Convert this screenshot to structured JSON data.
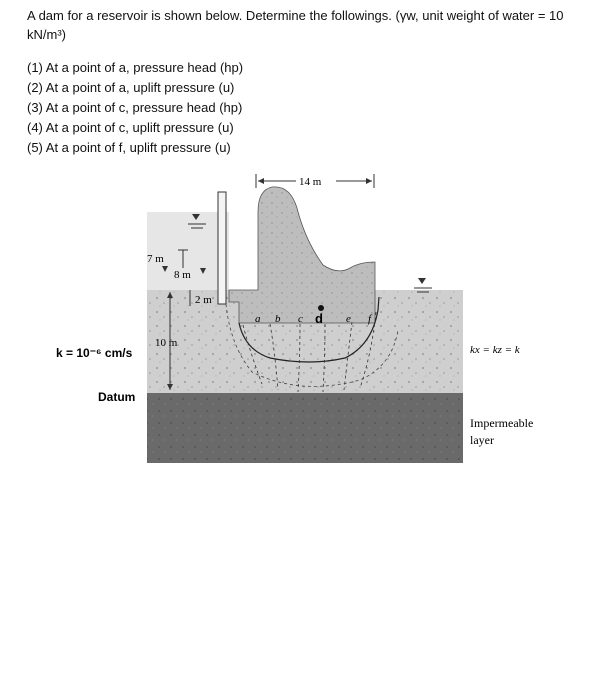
{
  "problem": {
    "intro": "A dam for a reservoir is shown below. Determine the followings. (γw, unit weight of water = 10 kN/m³)",
    "questions": [
      "(1) At a point of a, pressure head (hp)",
      "(2) At a point of a, uplift pressure (u)",
      "(3) At a point of c, pressure head (hp)",
      "(4) At a point of c, uplift pressure (u)",
      "(5) At a point of f, uplift pressure (u)"
    ]
  },
  "diagram": {
    "dim_width": "14 m",
    "dim_7m": "7 m",
    "dim_8m": "8 m",
    "dim_2m": "2 m",
    "dim_10m": "10 m",
    "permeability_label": "k = 10⁻⁶ cm/s",
    "datum_label": "Datum",
    "isotropy_label": "kx = kz = k",
    "layer_label_line1": "Impermeable",
    "layer_label_line2": "layer",
    "points": [
      "a",
      "b",
      "c",
      "d",
      "e",
      "f"
    ]
  }
}
